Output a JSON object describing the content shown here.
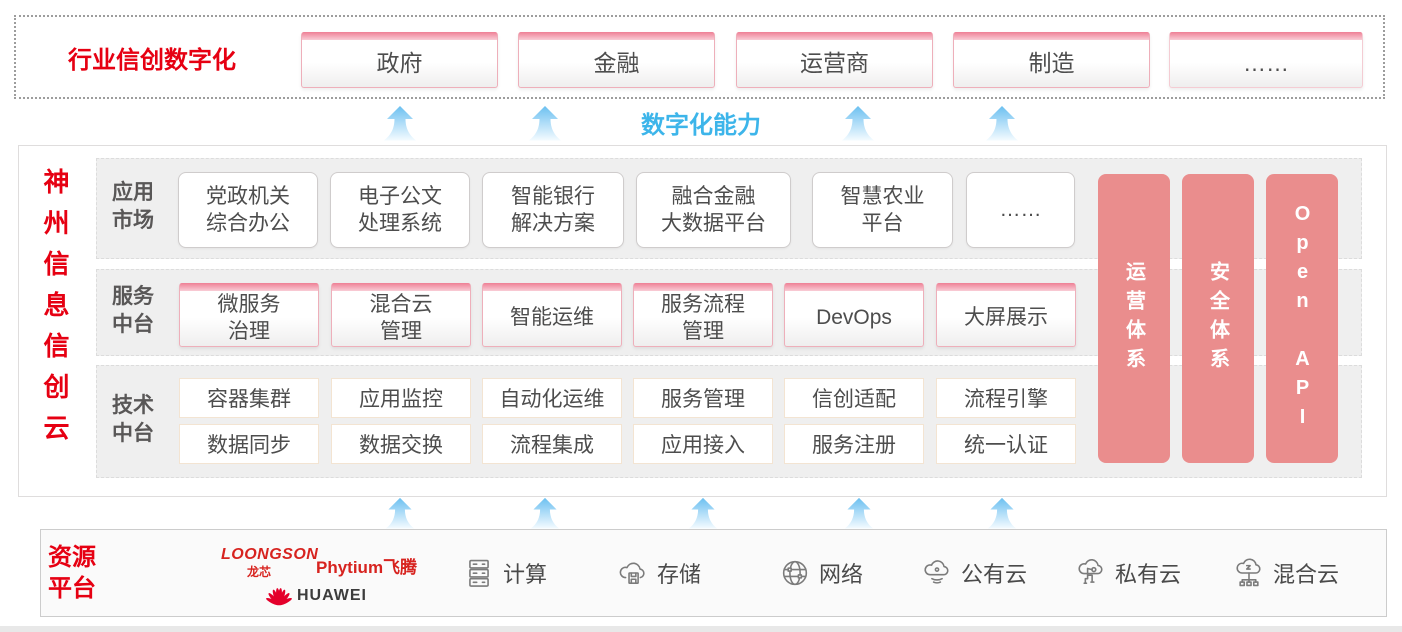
{
  "colors": {
    "brand_red": "#e60012",
    "pink_bar": "#ea8d8d",
    "blue_accent": "#3db5ea",
    "panel_gray": "#efefef",
    "box_text": "#4d4d4d"
  },
  "top_banner": {
    "title": "行业信创数字化",
    "items": [
      "政府",
      "金融",
      "运营商",
      "制造",
      "……"
    ]
  },
  "digital_capability_label": "数字化能力",
  "platform": {
    "vertical_title": "神州信息信创云",
    "app_row": {
      "label": "应用\n市场",
      "items": [
        "党政机关\n综合办公",
        "电子公文\n处理系统",
        "智能银行\n解决方案",
        "融合金融\n大数据平台",
        "智慧农业\n平台",
        "……"
      ]
    },
    "service_row": {
      "label": "服务\n中台",
      "items": [
        "微服务\n治理",
        "混合云\n管理",
        "智能运维",
        "服务流程\n管理",
        "DevOps",
        "大屏展示"
      ]
    },
    "tech_row": {
      "label": "技术\n中台",
      "items_top": [
        "容器集群",
        "应用监控",
        "自动化运维",
        "服务管理",
        "信创适配",
        "流程引擎"
      ],
      "items_bottom": [
        "数据同步",
        "数据交换",
        "流程集成",
        "应用接入",
        "服务注册",
        "统一认证"
      ]
    },
    "side_bars": [
      "运营体系",
      "安全体系",
      "Open API"
    ]
  },
  "resources": {
    "label": "资源\n平台",
    "vendors": {
      "loongson": "LOONGSON",
      "loongson_cn": "龙芯",
      "phytium": "Phytium飞腾",
      "huawei": "HUAWEI"
    },
    "items": [
      "计算",
      "存储",
      "网络",
      "公有云",
      "私有云",
      "混合云"
    ]
  }
}
